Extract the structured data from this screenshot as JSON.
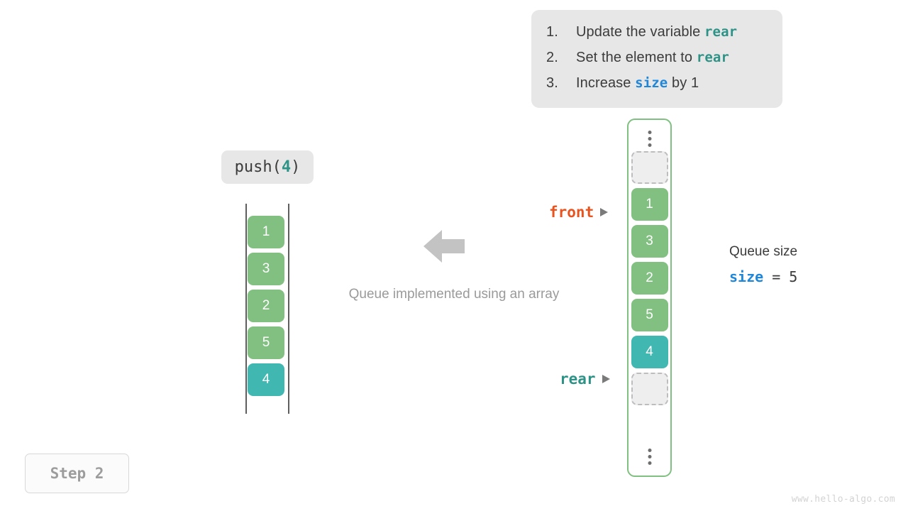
{
  "instructions": {
    "items": [
      {
        "num": "1.",
        "pre": "Update the variable ",
        "code": "rear",
        "code_style": "teal",
        "post": ""
      },
      {
        "num": "2.",
        "pre": "Set the element to ",
        "code": "rear",
        "code_style": "teal",
        "post": ""
      },
      {
        "num": "3.",
        "pre": "Increase ",
        "code": "size",
        "code_style": "blue",
        "post": " by 1"
      }
    ]
  },
  "operation": {
    "name": "push(",
    "argument": "4",
    "close": ")"
  },
  "left_array": {
    "cells": [
      {
        "value": "1",
        "style": "green"
      },
      {
        "value": "3",
        "style": "green"
      },
      {
        "value": "2",
        "style": "green"
      },
      {
        "value": "5",
        "style": "green"
      },
      {
        "value": "4",
        "style": "teal"
      }
    ]
  },
  "center": {
    "arrow_icon": "arrow-left-icon",
    "caption": "Queue implemented using an array"
  },
  "right_array": {
    "top_ellipsis": "vertical-ellipsis-icon",
    "bottom_ellipsis": "vertical-ellipsis-icon",
    "cells": [
      {
        "value": "",
        "style": "empty"
      },
      {
        "value": "1",
        "style": "green"
      },
      {
        "value": "3",
        "style": "green"
      },
      {
        "value": "2",
        "style": "green"
      },
      {
        "value": "5",
        "style": "green"
      },
      {
        "value": "4",
        "style": "teal"
      },
      {
        "value": "",
        "style": "empty"
      }
    ]
  },
  "pointers": {
    "front": {
      "label": "front",
      "color": "#e8541f"
    },
    "rear": {
      "label": "rear",
      "color": "#2e9387"
    }
  },
  "queue_size": {
    "title": "Queue size",
    "var": "size",
    "operator": " = ",
    "value": "5"
  },
  "step_badge": {
    "label": "Step 2"
  },
  "watermark": {
    "text": "www.hello-algo.com"
  },
  "colors": {
    "green": "#81c081",
    "teal": "#40b7b1",
    "front_orange": "#e8541f",
    "size_blue": "#1f86d8",
    "panel_gray": "#e7e7e7",
    "container_border": "#80c080"
  }
}
